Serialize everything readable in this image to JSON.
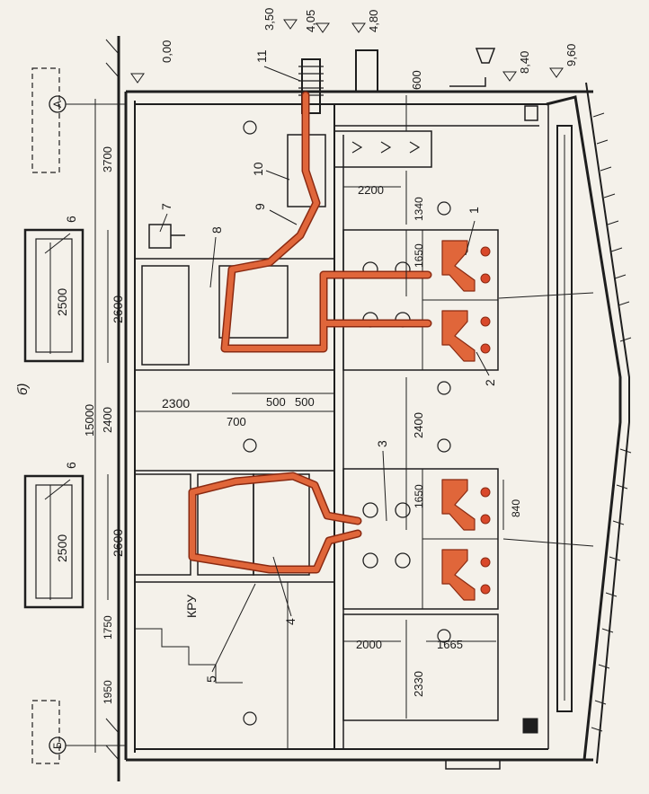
{
  "colors": {
    "ink": "#1e1e1e",
    "bus": "#e0663a",
    "bus_edge": "#8a2a12",
    "paper": "#f4f1ea"
  },
  "elevations": [
    "0,00",
    "3,50",
    "4,05",
    "4,80",
    "8,40",
    "9,60"
  ],
  "axes": [
    "А",
    "Б"
  ],
  "dimensions": {
    "d600": "600",
    "d3700": "3700",
    "d2500a": "2500",
    "d2600a": "2600",
    "d2400a": "2400",
    "d15000": "15000",
    "d2500b": "2500",
    "d2600b": "2600",
    "d1750": "1750",
    "d1950": "1950",
    "d2200": "2200",
    "d1340": "1340",
    "d1650a": "1650",
    "d2300": "2300",
    "d700": "700",
    "d500a": "500",
    "d500b": "500",
    "d2400b": "2400",
    "d1650b": "1650",
    "d840": "840",
    "d2000": "2000",
    "d2330": "2330",
    "d1665": "1665"
  },
  "callouts": [
    "1",
    "2",
    "3",
    "4",
    "5",
    "6",
    "6",
    "7",
    "8",
    "9",
    "10",
    "11"
  ],
  "labels": {
    "kru": "КРУ",
    "view": "б)"
  }
}
